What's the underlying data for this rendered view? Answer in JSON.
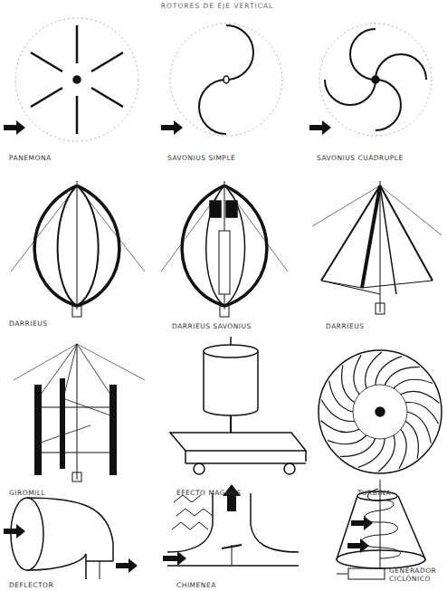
{
  "diagram": {
    "title": "ROTORES DE EJE VERTICAL",
    "labels": [
      "PANEMONA",
      "SAVONIUS SIMPLE",
      "SAVONIUS CUÁDRUPLE",
      "DARRIEUS",
      "DARRIEUS SAVONIUS",
      "DARRIEUS",
      "GIROMILL",
      "EFECTO MAGNUS",
      "TURBINA",
      "DEFLECTOR",
      "CHIMENEA",
      "GENERADOR CICLÓNICO"
    ]
  }
}
